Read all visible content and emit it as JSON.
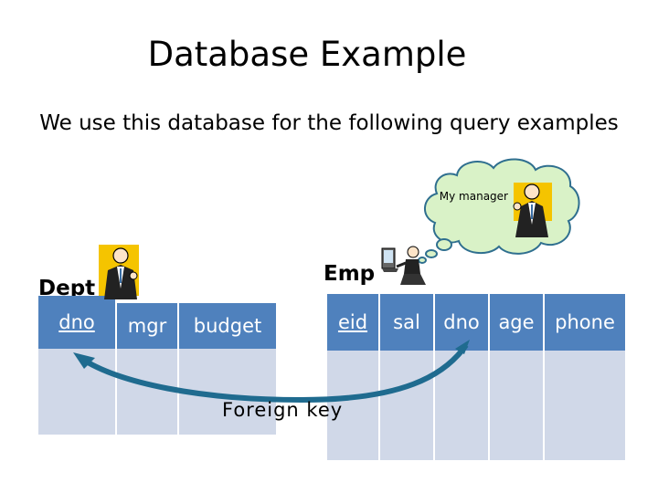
{
  "slide": {
    "title": "Database Example",
    "subtitle": "We use this database for the following query examples"
  },
  "dept": {
    "label": "Dept",
    "columns": [
      "dno",
      "mgr",
      "budget"
    ],
    "key_column": "dno"
  },
  "emp": {
    "label": "Emp",
    "columns": [
      "eid",
      "sal",
      "dno",
      "age",
      "phone"
    ],
    "key_column": "eid"
  },
  "annotation": {
    "foreign_key": "Foreign key",
    "thought_bubble": "My manager"
  },
  "colors": {
    "header": "#4f81bd",
    "body": "#d0d8e8",
    "arrow": "#1f6b8f",
    "bubble": "#d9f2c7"
  },
  "icons": [
    "manager-figure-icon",
    "employee-at-computer-icon",
    "thought-cloud-icon"
  ]
}
